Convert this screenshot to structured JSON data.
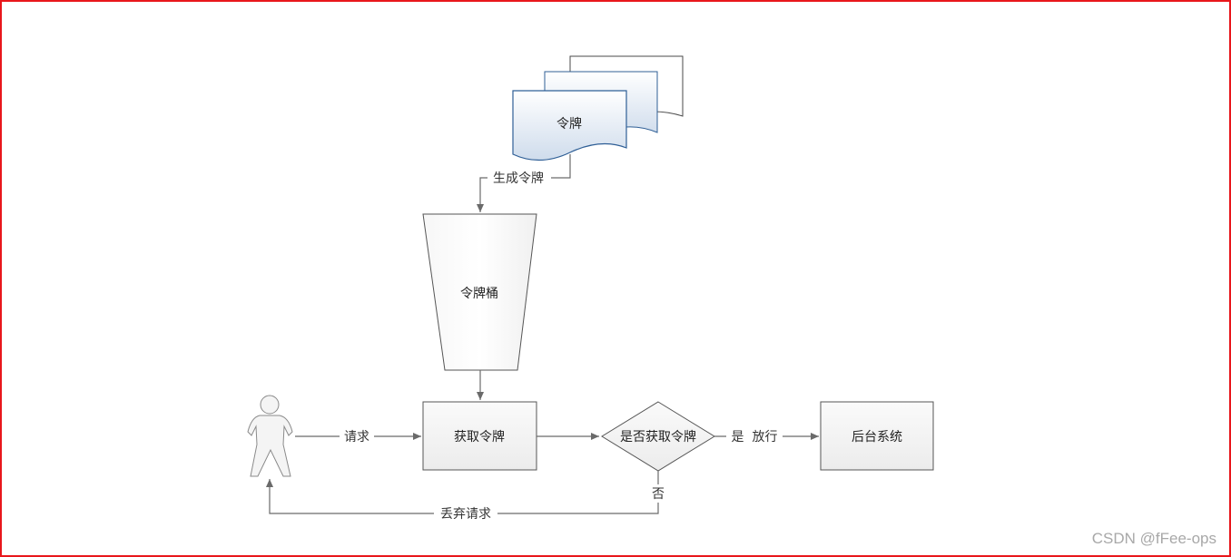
{
  "nodes": {
    "token": "令牌",
    "bucket": "令牌桶",
    "get_token": "获取令牌",
    "decision": "是否获取令牌",
    "backend": "后台系统"
  },
  "edges": {
    "generate": "生成令牌",
    "request": "请求",
    "yes_pass": "是  放行",
    "no": "否",
    "discard": "丢弃请求"
  },
  "watermark": "CSDN @fFee-ops",
  "colors": {
    "frame": "#e8161b",
    "doc_stroke": "#2f5f96",
    "line": "#6a6a6a"
  }
}
